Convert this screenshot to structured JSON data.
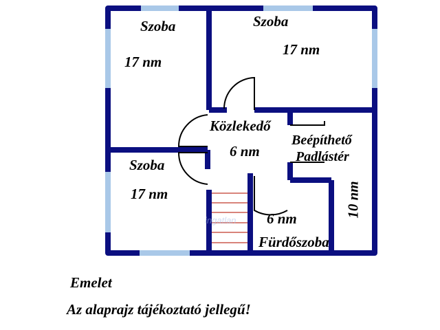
{
  "colors": {
    "wall": "#0b0f80",
    "window": "#a9c8e8",
    "door": "#000000",
    "stair": "#c0392b",
    "background": "#ffffff"
  },
  "rooms": [
    {
      "id": "bedroom-top-left",
      "name": "Szoba",
      "area": "17 nm"
    },
    {
      "id": "bedroom-top-right",
      "name": "Szoba",
      "area": "17 nm"
    },
    {
      "id": "hallway",
      "name": "Közlekedő",
      "area": "6 nm"
    },
    {
      "id": "attic",
      "name_line1": "Beépíthető",
      "name_line2": "Padlástér",
      "area": "10 nm"
    },
    {
      "id": "bedroom-bottom-left",
      "name": "Szoba",
      "area": "17 nm"
    },
    {
      "id": "bathroom",
      "name": "Fürdőszoba",
      "area": "6 nm"
    }
  ],
  "captions": {
    "floor": "Emelet",
    "disclaimer": "Az alaprajz tájékoztató jellegű!"
  },
  "geometry": {
    "walls": [
      "M157,12 H545 V368 H157 Z",
      "M304,12 V160",
      "M304,160 H330",
      "M370,160 H545",
      "M422,160 V182",
      "M422,236 V262",
      "M157,218 H302",
      "M302,218 V246",
      "M304,276 V368",
      "M364,252 V368",
      "M422,262 H482",
      "M482,262 V368"
    ],
    "windows": [
      "M205,12 H260",
      "M383,12 H455",
      "M157,42 H157 V128",
      "M545,42 V128",
      "M157,250 V338",
      "M203,368 H276"
    ],
    "doors": [
      "M370,160 V113 A45,45 0 0,0 326,158",
      "M302,213 H260 A46,46 0 0,1 302,167",
      "M302,222 H260 A46,46 0 0,0 302,268",
      "M422,182 H472 V176",
      "M422,236 H472",
      "M370,256 V306 A48,48 0 0,0 418,306 H418"
    ],
    "stairs_y": [
      281,
      295,
      309,
      324,
      338,
      353
    ]
  }
}
